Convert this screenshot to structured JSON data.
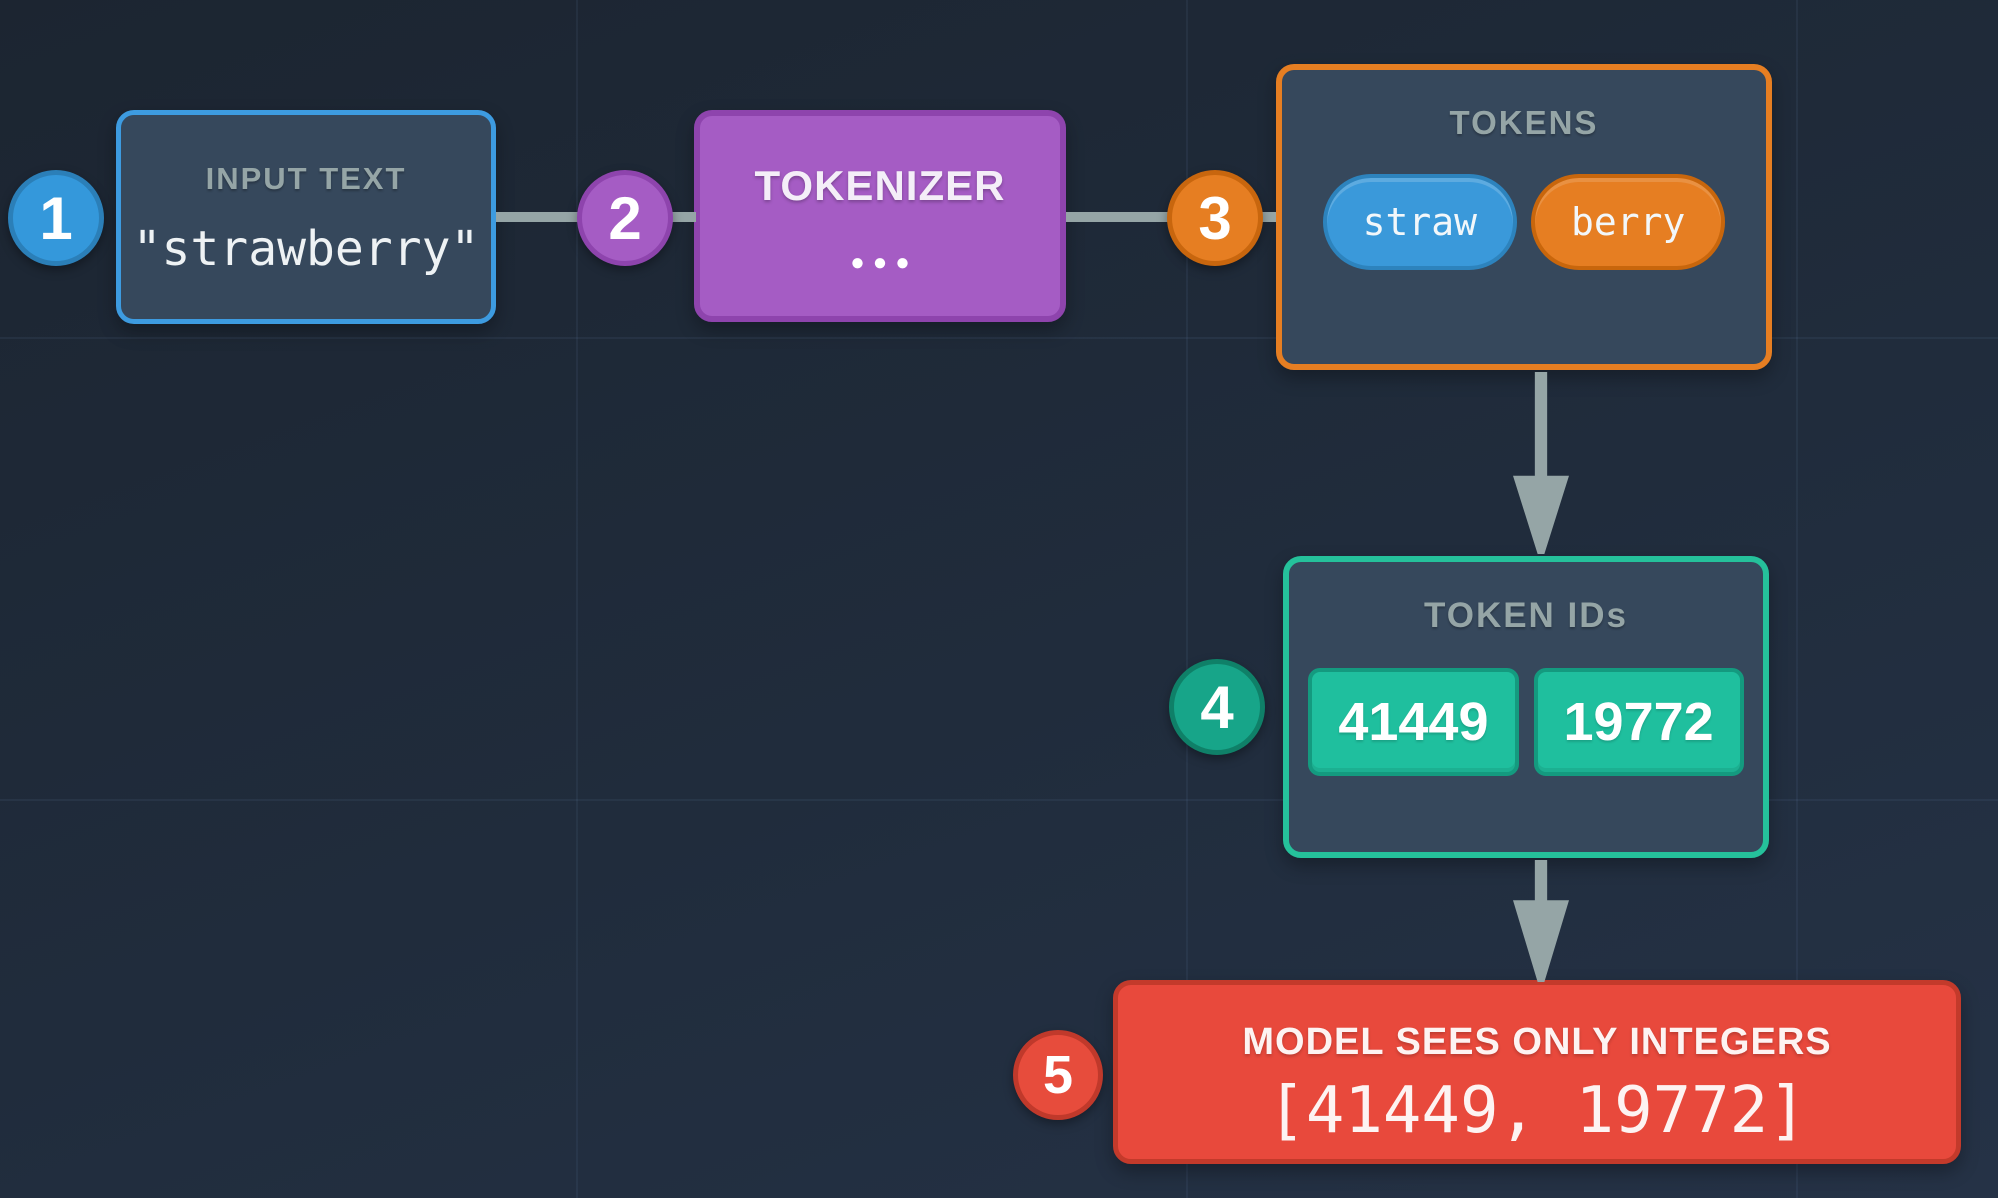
{
  "diagram_title": "tokenization-pipeline",
  "badges": [
    {
      "number": "1",
      "color": "#3498db"
    },
    {
      "number": "2",
      "color": "#a55cc4"
    },
    {
      "number": "3",
      "color": "#e67e22"
    },
    {
      "number": "4",
      "color": "#17a589"
    },
    {
      "number": "5",
      "color": "#e74c3c"
    }
  ],
  "input": {
    "title": "INPUT TEXT",
    "value": "\"strawberry\""
  },
  "tokenizer": {
    "title": "TOKENIZER",
    "dots": "●●●"
  },
  "tokens": {
    "title": "TOKENS",
    "items": [
      "straw",
      "berry"
    ],
    "item_colors": [
      "#3a99da",
      "#e67e22"
    ]
  },
  "token_ids": {
    "title": "TOKEN IDs",
    "items": [
      "41449",
      "19772"
    ],
    "chip_color": "#1fbf9e"
  },
  "model": {
    "title": "MODEL SEES ONLY INTEGERS",
    "value": "[41449, 19772]"
  },
  "colors": {
    "background": "#1f2a39",
    "panel_fill": "#36485c",
    "panel_title_gray": "#95a5a6",
    "connector_gray": "#95a5a6",
    "blue": "#3498db",
    "purple": "#a55cc4",
    "orange": "#e67e22",
    "teal": "#1abc9c",
    "red": "#e74c3c"
  }
}
